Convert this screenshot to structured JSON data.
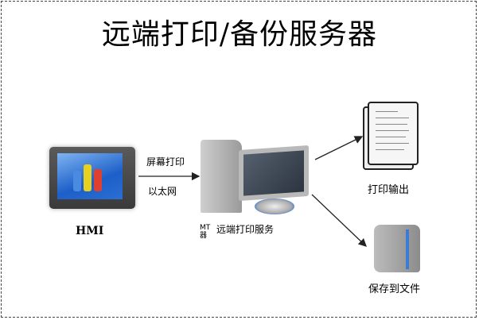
{
  "title": "远端打印/备份服务器",
  "nodes": {
    "hmi": {
      "label": "HMI",
      "icon": "hmi-panel-icon"
    },
    "server": {
      "label_prefix": "MT\n器",
      "label_prefix_line1": "MT",
      "label_prefix_line2": "器",
      "label": "远端打印服务",
      "icon": "computer-server-icon"
    },
    "print": {
      "label": "打印输出",
      "icon": "printed-document-icon"
    },
    "file": {
      "label": "保存到文件",
      "icon": "file-cabinet-icon"
    }
  },
  "edges": {
    "hmi_to_server": {
      "label_top": "屏幕打印",
      "label_bottom": "以太网"
    }
  },
  "colors": {
    "border": "#444444",
    "accent_blue": "#3a7bd5",
    "arrow": "#222222"
  }
}
